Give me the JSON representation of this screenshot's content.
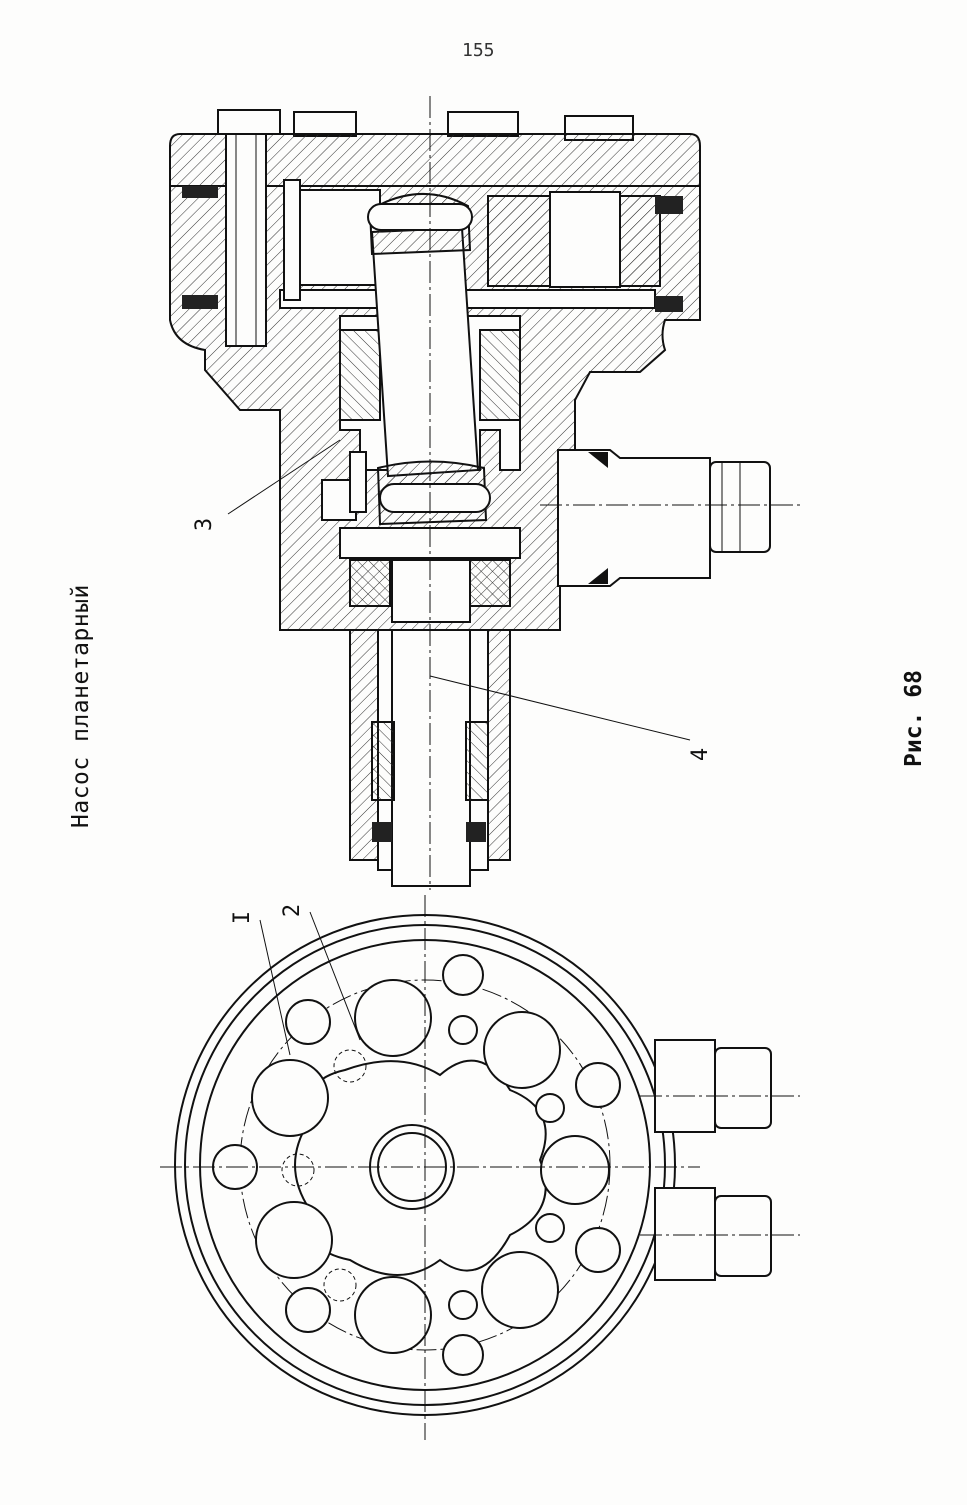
{
  "page_number": "155",
  "title": "Насос планетарный",
  "figure_caption": "Рис. 68",
  "callouts": {
    "c1": "I",
    "c2": "2",
    "c3": "3",
    "c4": "4"
  }
}
